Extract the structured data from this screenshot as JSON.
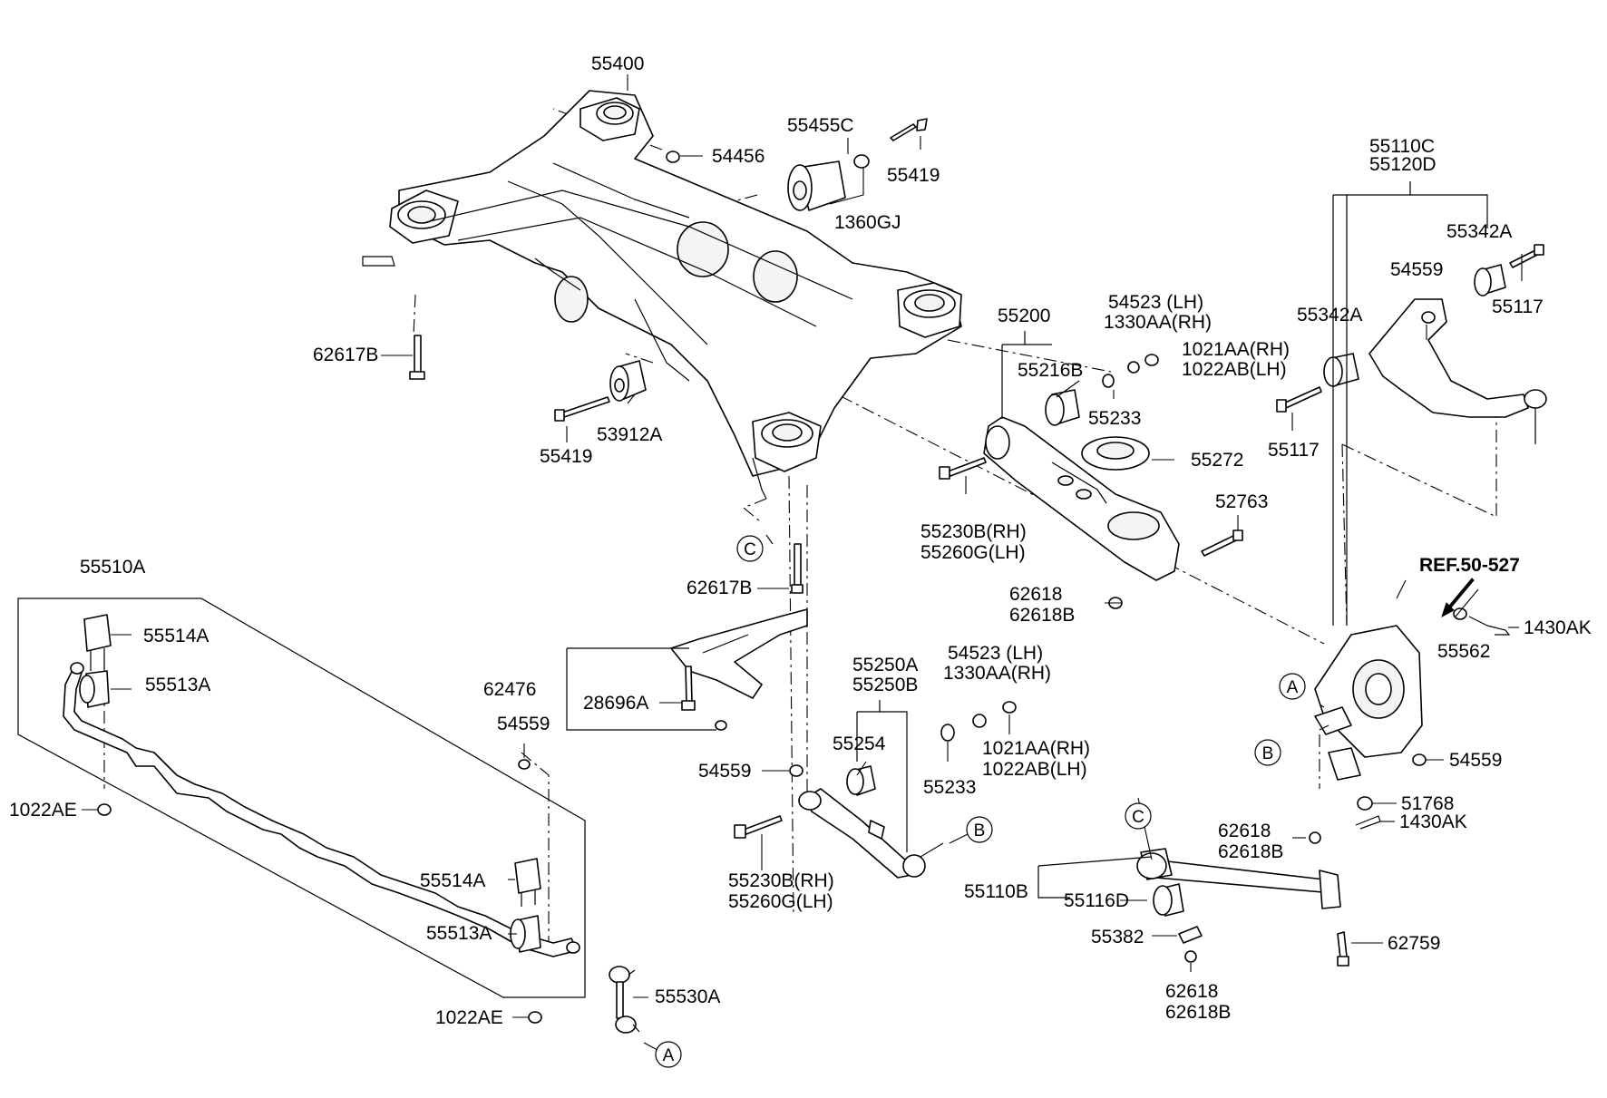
{
  "labels": {
    "p55400": "55400",
    "p54456": "54456",
    "p55455C": "55455C",
    "p55419_top": "55419",
    "p1360GJ": "1360GJ",
    "p62617B_left": "62617B",
    "p53912A": "53912A",
    "p55419_left": "55419",
    "p55200": "55200",
    "p55216B": "55216B",
    "p54523_lh": "54523 (LH)",
    "p1330AA_rh": "1330AA(RH)",
    "p1021AA_rh": "1021AA(RH)",
    "p1022AB_lh": "1022AB(LH)",
    "p55233_top": "55233",
    "p55272": "55272",
    "p52763": "52763",
    "p55230B_rh_top": "55230B(RH)",
    "p55260G_lh_top": "55260G(LH)",
    "p62618_mid": "62618",
    "p62618B_mid": "62618B",
    "p55110C": "55110C",
    "p55120D": "55120D",
    "p55342A_right": "55342A",
    "p54559_top": "54559",
    "p55117_right": "55117",
    "p55342A_left": "55342A",
    "p55117_left": "55117",
    "ref": "REF.50-527",
    "p1430AK_top": "1430AK",
    "p55562": "55562",
    "p54559_knuckle": "54559",
    "p51768": "51768",
    "p1430AK_bottom": "1430AK",
    "p62618_low": "62618",
    "p62618B_low": "62618B",
    "p55110B": "55110B",
    "p55116D": "55116D",
    "p55382": "55382",
    "p62759": "62759",
    "p62618_bot": "62618",
    "p62618B_bot": "62618B",
    "p55510A": "55510A",
    "p55514A_top": "55514A",
    "p55513A_top": "55513A",
    "p1022AE_left": "1022AE",
    "p54559_bar": "54559",
    "p55514A_bot": "55514A",
    "p55513A_bot": "55513A",
    "p1022AE_bot": "1022AE",
    "p55530A": "55530A",
    "p62617B_mid": "62617B",
    "p62476": "62476",
    "p28696A": "28696A",
    "p54559_brace": "54559",
    "p55250A": "55250A",
    "p55250B": "55250B",
    "p54523_lh_2": "54523 (LH)",
    "p1330AA_rh_2": "1330AA(RH)",
    "p55254": "55254",
    "p55233_bot": "55233",
    "p1021AA_rh_2": "1021AA(RH)",
    "p1022AB_lh_2": "1022AB(LH)",
    "p55230B_rh_bot": "55230B(RH)",
    "p55260G_lh_bot": "55260G(LH)"
  },
  "markers": {
    "c_sub": "C",
    "c_arm": "C",
    "b_arm": "B",
    "b_knuckle": "B",
    "a_knuckle": "A",
    "a_link": "A"
  },
  "colors": {
    "line": "#000000",
    "background": "#ffffff"
  }
}
